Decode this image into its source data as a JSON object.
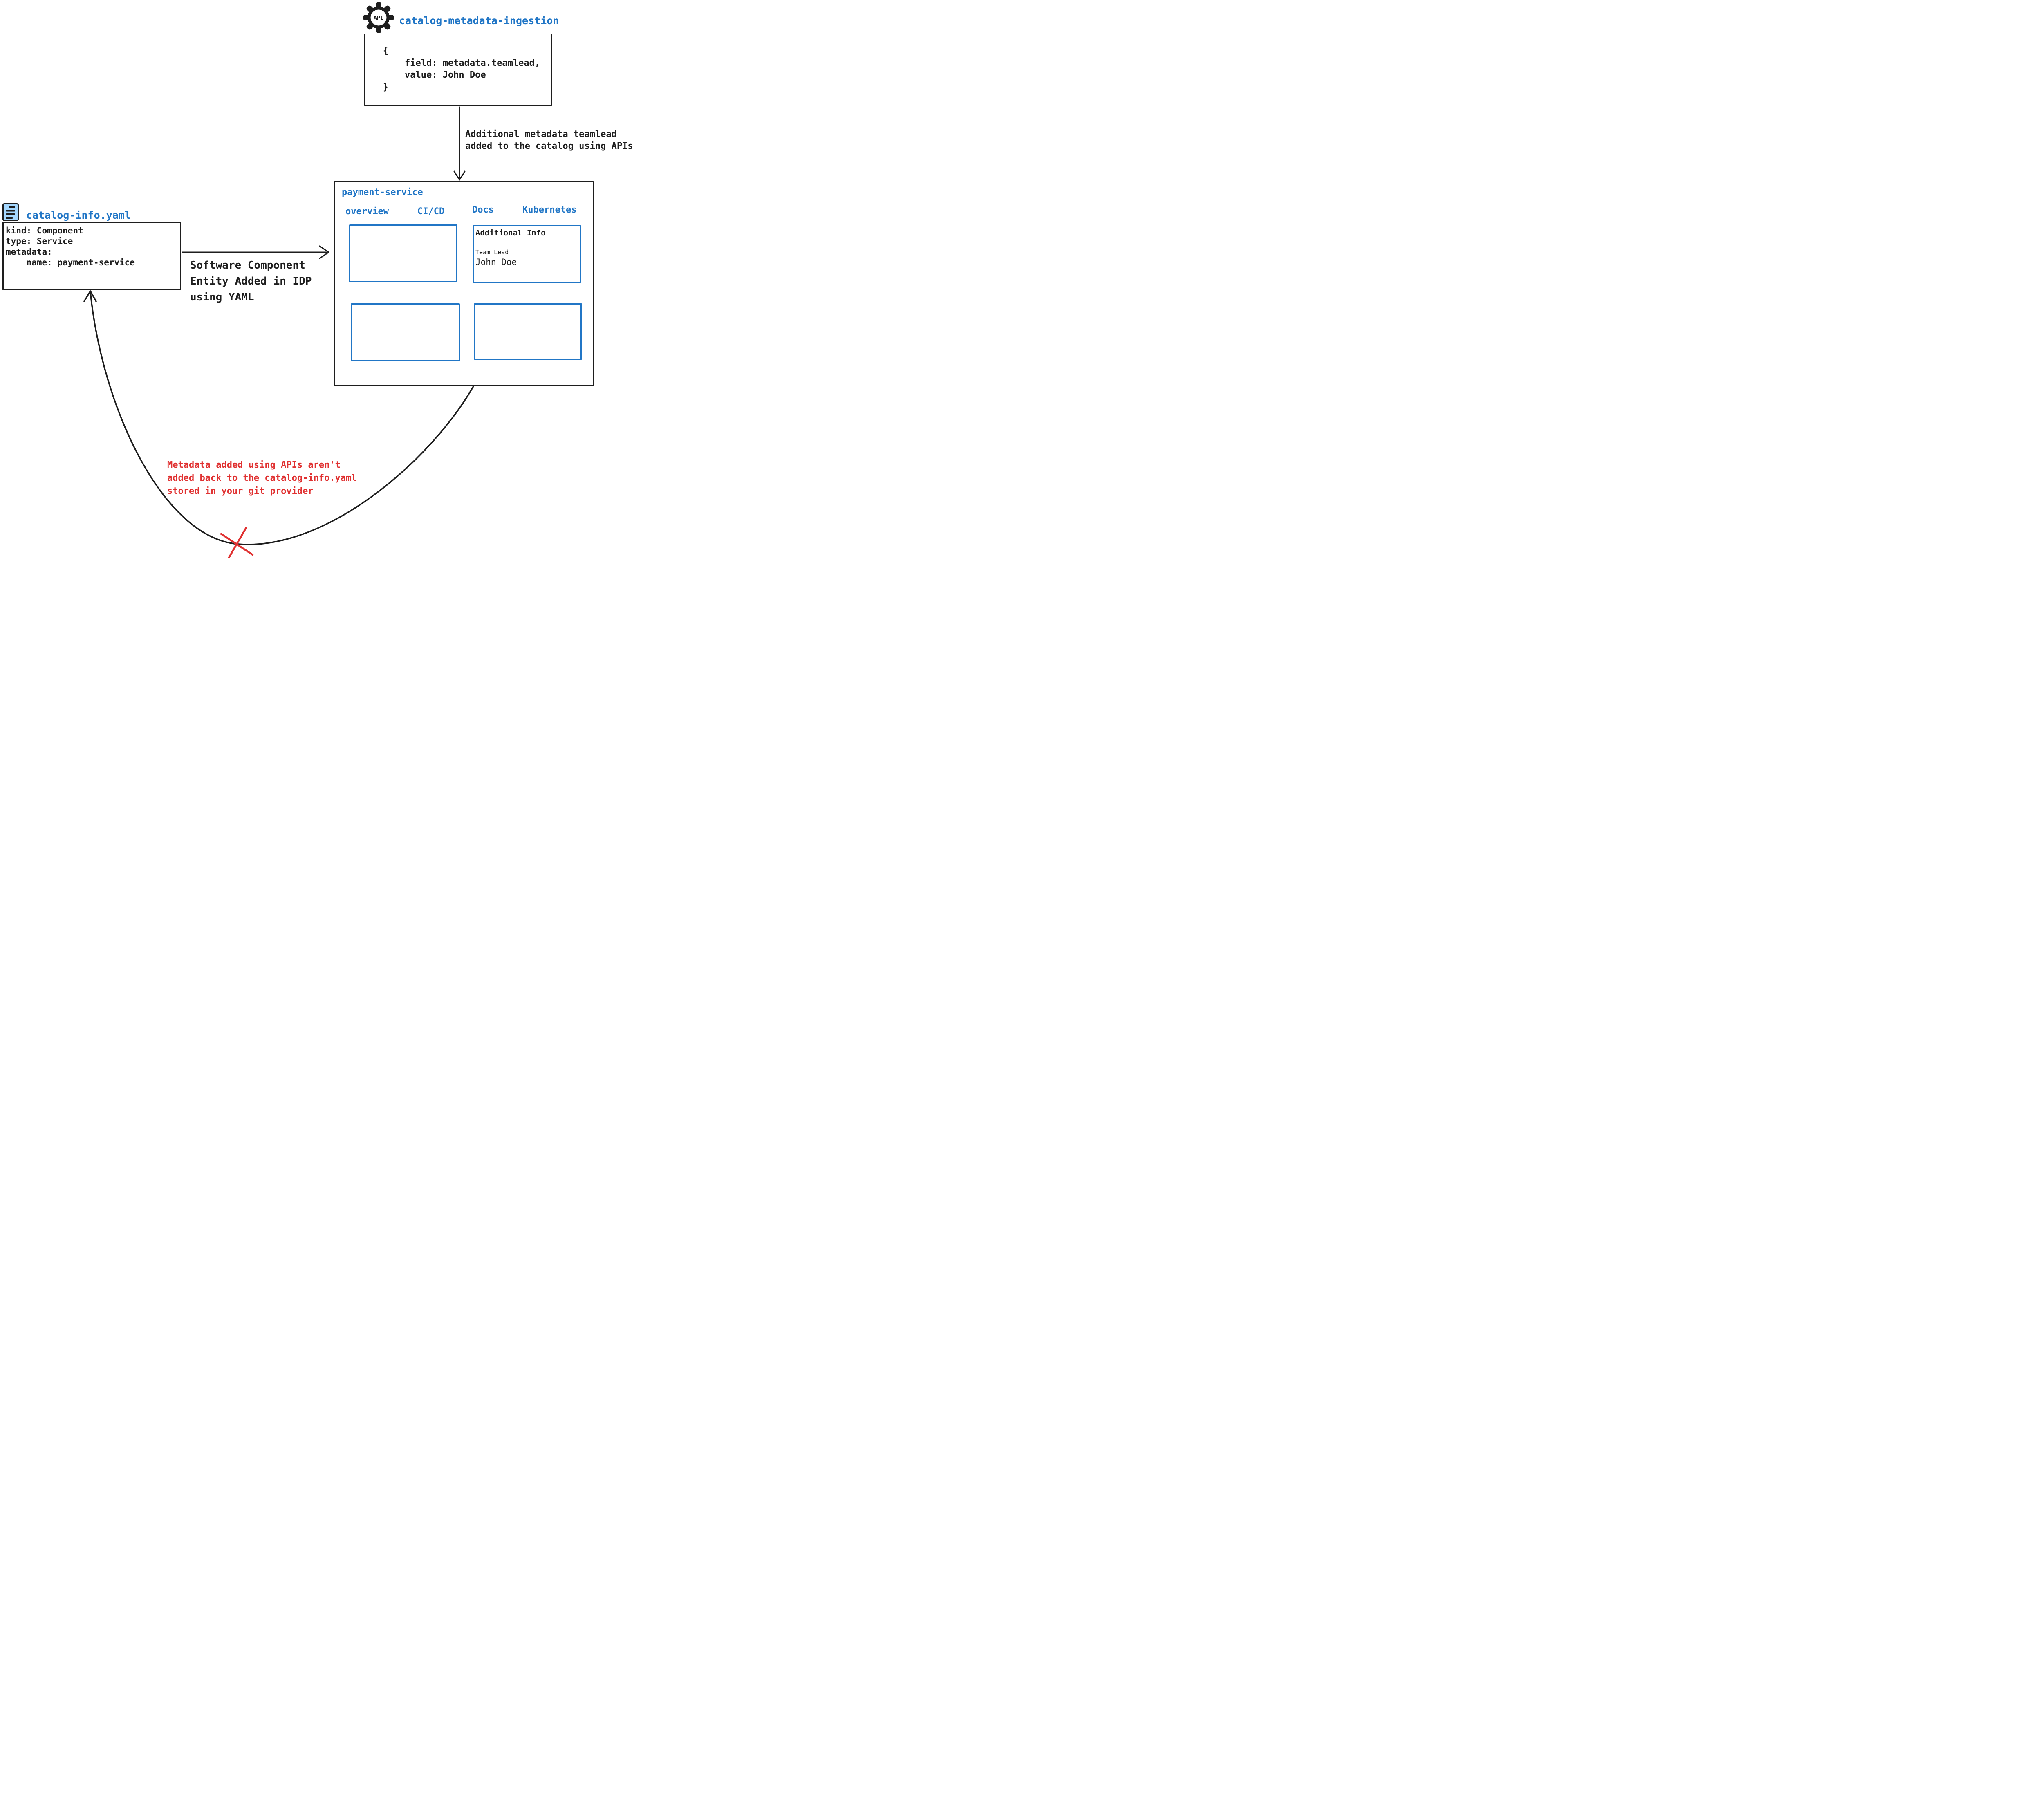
{
  "colors": {
    "accent_blue": "#2176c6",
    "light_blue_fill": "#a5d8ff",
    "warning_red": "#e03131",
    "ink": "#1e1e1e"
  },
  "api_box": {
    "icon": "api-gear-icon",
    "icon_label": "API",
    "title": "catalog-metadata-ingestion",
    "code": [
      "{",
      "    field: metadata.teamlead,",
      "    value: John Doe",
      "}"
    ]
  },
  "ingestion_arrow": {
    "label": [
      "Additional metadata teamlead",
      "added to the catalog using APIs"
    ]
  },
  "idp": {
    "title": "payment-service",
    "tabs": [
      "overview",
      "CI/CD",
      "Docs",
      "Kubernetes"
    ],
    "additional_info": {
      "heading": "Additional Info",
      "field_label": "Team Lead",
      "field_value": "John Doe"
    }
  },
  "yaml_arrow": {
    "label": [
      "Software Component",
      "Entity Added in IDP",
      "using YAML"
    ]
  },
  "yaml_file": {
    "icon": "yaml-file-icon",
    "title": "catalog-info.yaml",
    "lines": [
      "kind: Component",
      "type: Service",
      "metadata:",
      "    name: payment-service"
    ]
  },
  "warning": {
    "icon": "not-synced-x-icon",
    "lines": [
      "Metadata added using APIs aren't",
      "added back to the catalog-info.yaml",
      "stored in your git provider"
    ]
  }
}
